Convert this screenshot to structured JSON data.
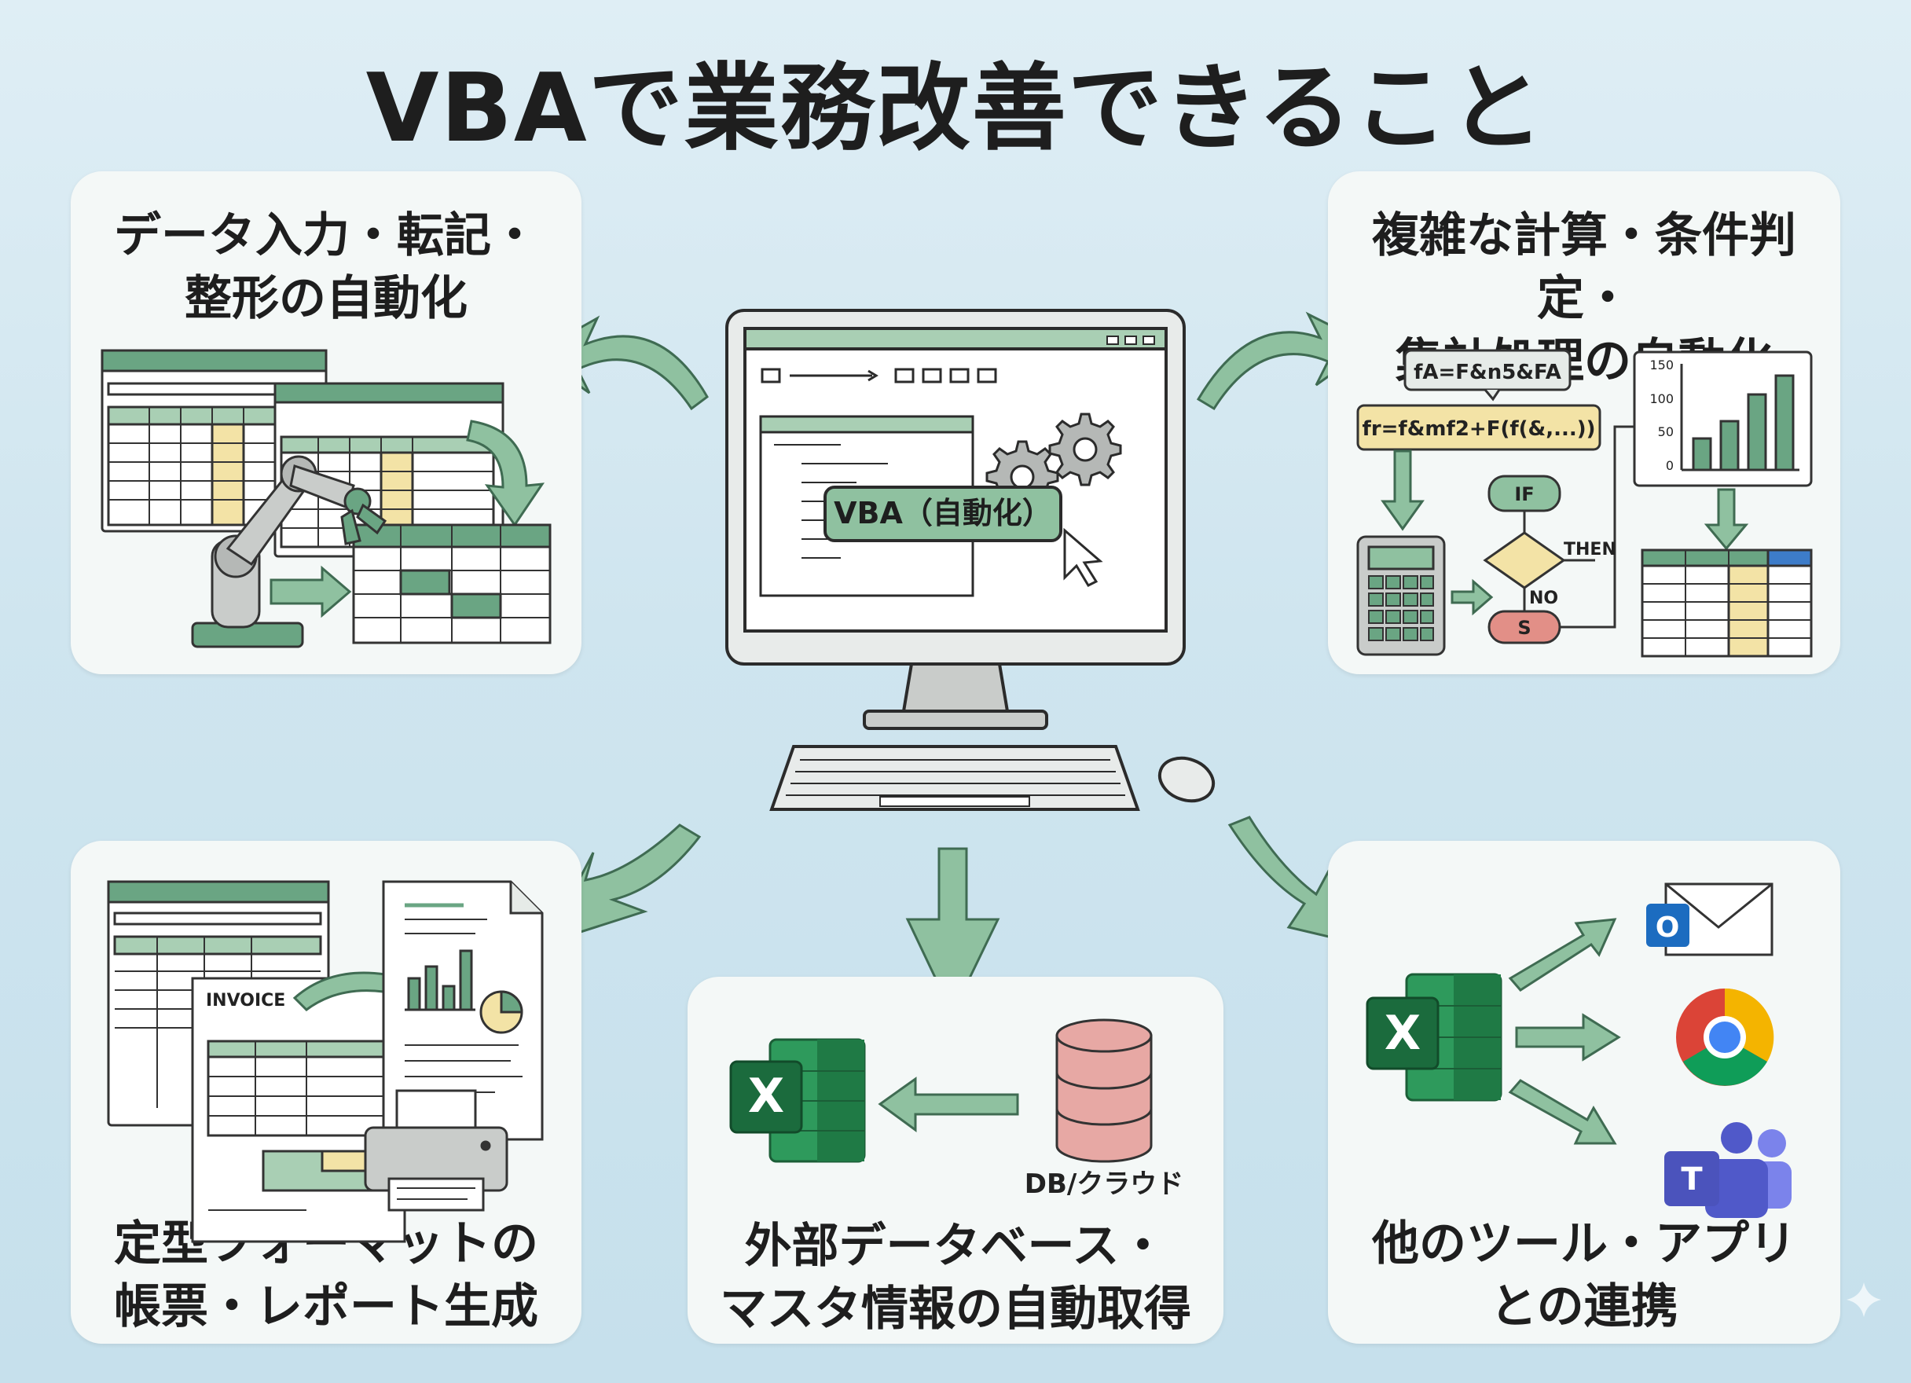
{
  "title": "VBAで業務改善できること",
  "center": {
    "badge_label": "VBA（自動化）"
  },
  "cards": {
    "top_left": {
      "line1": "データ入力・転記・",
      "line2": "整形の自動化"
    },
    "top_right": {
      "line1": "複雑な計算・条件判定・",
      "line2": "集計処理の自動化",
      "formula1": "fA=F&n5&FA",
      "formula2": "fr=f&mf2+F(f(&,...))",
      "if_label": "IF",
      "then_label": "THEN",
      "no_label": "NO",
      "s_label": "S",
      "axis_labels": [
        "150",
        "100",
        "50",
        "0"
      ]
    },
    "bottom_left": {
      "line1": "定型フォーマットの",
      "line2": "帳票・レポート生成",
      "invoice_label": "INVOICE"
    },
    "bottom_center": {
      "line1": "外部データベース・",
      "line2": "マスタ情報の自動取得",
      "db_label": "DB/クラウド",
      "excel_letter": "X"
    },
    "bottom_right": {
      "line1": "他のツール・アプリ",
      "line2": "との連携",
      "excel_letter": "X",
      "outlook_letter": "O",
      "teams_letter": "T"
    }
  },
  "colors": {
    "accent_green": "#6aa583",
    "dark_green": "#2e7d4f",
    "excel_green": "#1f7a45",
    "yellow": "#f3e3a6",
    "red_pill": "#e28f87",
    "db_pink": "#e7a8a4",
    "arrow_fill": "#8fc1a0"
  }
}
